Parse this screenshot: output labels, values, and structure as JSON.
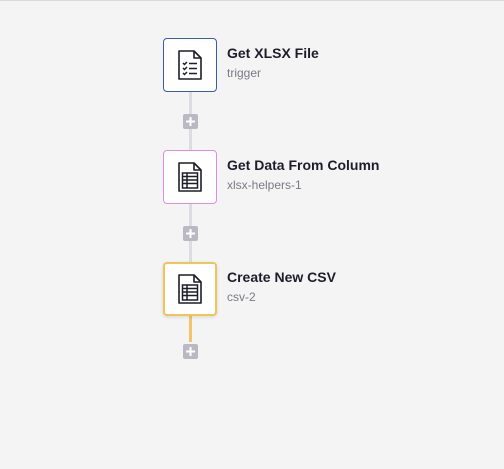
{
  "workflow": {
    "nodes": [
      {
        "title": "Get XLSX File",
        "subtitle": "trigger",
        "icon": "checklist-document-icon",
        "border_color": "#3a5bb0"
      },
      {
        "title": "Get Data From Column",
        "subtitle": "xlsx-helpers-1",
        "icon": "spreadsheet-document-icon",
        "border_color": "#e08ce0"
      },
      {
        "title": "Create New CSV",
        "subtitle": "csv-2",
        "icon": "spreadsheet-document-icon",
        "border_color": "#f0c35c"
      }
    ],
    "add_step_icon": "plus-icon",
    "colors": {
      "connector": "#dcdce2",
      "active_connector": "#f2c46b",
      "add_button": "#b9b9c4",
      "background": "#f4f4f4"
    }
  }
}
